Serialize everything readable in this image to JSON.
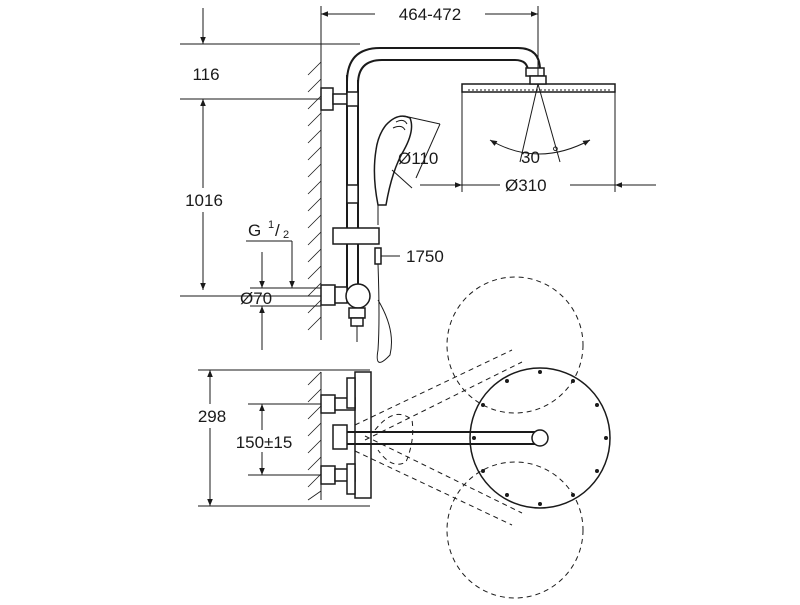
{
  "dimensions": {
    "arm_length": "464-472",
    "wall_to_bracket": "116",
    "height": "1016",
    "thread_main": "G",
    "thread_num": "1",
    "thread_den": "2",
    "outlet_diameter": "Ø70",
    "hand_shower_diameter": "Ø110",
    "head_tilt": "30",
    "head_tilt_unit": "°",
    "head_diameter": "Ø310",
    "hose_length": "1750",
    "depth": "298",
    "connection_spacing": "150±15"
  }
}
